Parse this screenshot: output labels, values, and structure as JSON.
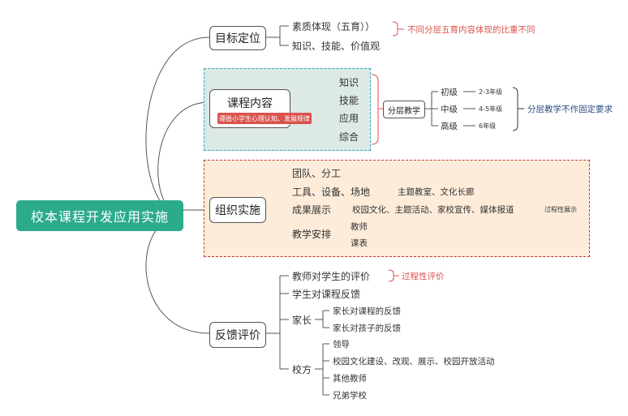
{
  "root": "校本课程开发应用实施",
  "branches": {
    "goal": {
      "label": "目标定位",
      "items": [
        "素质体现（五育））",
        "知识、技能、价值观"
      ],
      "note": "不同分层五育内容体现的比重不同"
    },
    "content": {
      "label": "课程内容",
      "tag": "遵循小学生心理认知、发展规律",
      "items": [
        "知识",
        "技能",
        "应用",
        "综合"
      ],
      "layer_label": "分层教学",
      "levels": [
        {
          "name": "初级",
          "grade": "2-3年级"
        },
        {
          "name": "中级",
          "grade": "4-5年级"
        },
        {
          "name": "高级",
          "grade": "6年级"
        }
      ],
      "layer_note": "分层教学不作固定要求"
    },
    "org": {
      "label": "组织实施",
      "team": "团队、分工",
      "tools": "工具、设备、场地",
      "tools_note": "主题教室、文化长廊",
      "show": "成果展示",
      "show_items": "校园文化、主题活动、家校宣传、媒体报道",
      "show_note": "过程性展示",
      "arrange": "教学安排",
      "arrange_items": [
        "教师",
        "课表"
      ]
    },
    "feedback": {
      "label": "反馈评价",
      "teacher_eval": "教师对学生的评价",
      "teacher_eval_note": "过程性评价",
      "student_fb": "学生对课程反馈",
      "parent": "家长",
      "parent_items": [
        "家长对课程的反馈",
        "家长对孩子的反馈"
      ],
      "school": "校方",
      "school_items": [
        "领导",
        "校园文化建设、改观、展示、校园开放活动",
        "其他教师",
        "兄弟学校"
      ]
    }
  }
}
